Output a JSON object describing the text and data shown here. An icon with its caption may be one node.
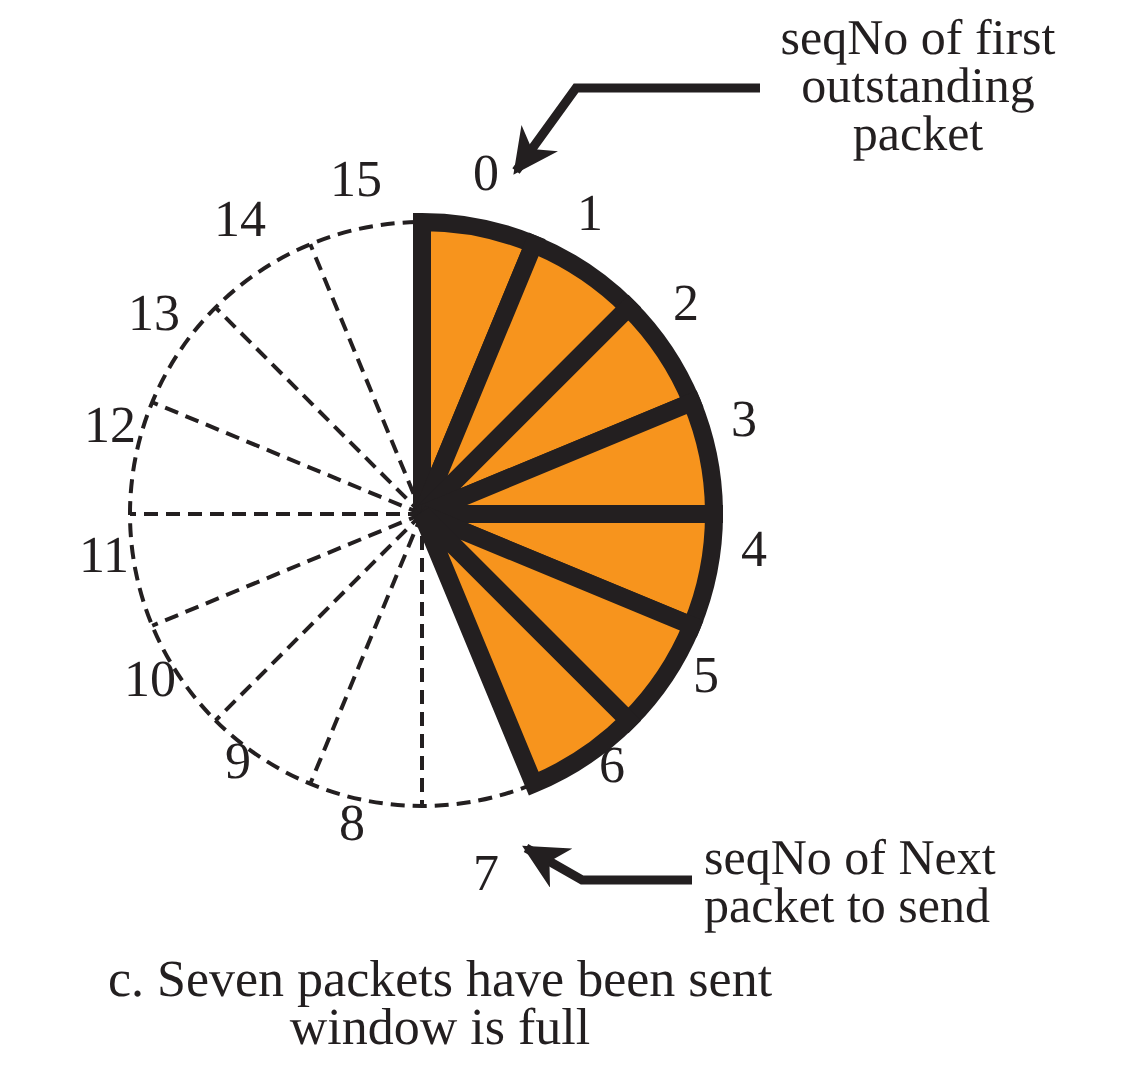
{
  "diagram": {
    "caption": "c. Seven packets have been sent window is full",
    "nodes": [
      {
        "text": [
          "seqNo of first outstanding packet"
        ]
      },
      {
        "text": [
          "0"
        ]
      },
      {
        "text": [
          "7"
        ]
      },
      {
        "text": [
          "seqNo of Next packet to send"
        ]
      }
    ],
    "edges": [
      {
        "from": 0,
        "to": 1,
        "arrow": "to"
      },
      {
        "from": 3,
        "to": 2,
        "arrow": "to"
      }
    ],
    "labels": [
      "1",
      "2",
      "3",
      "4",
      "5",
      "6",
      "8",
      "9",
      "10",
      "11",
      "12",
      "13",
      "14",
      "15"
    ]
  }
}
